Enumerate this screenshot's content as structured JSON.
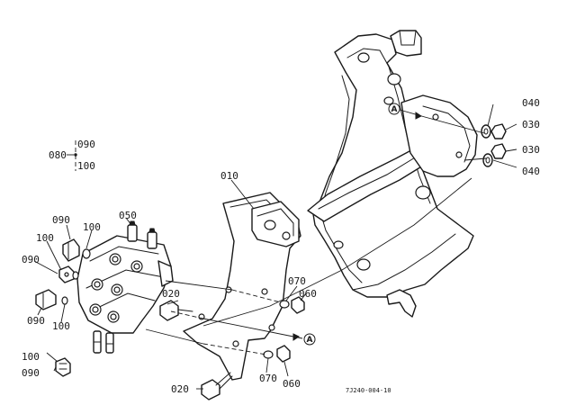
{
  "labels": {
    "p010": "010",
    "p020a": "020",
    "p020b": "020",
    "p030a": "030",
    "p030b": "030",
    "p040a": "040",
    "p040b": "040",
    "p050": "050",
    "p060a": "060",
    "p060b": "060",
    "p070a": "070",
    "p070b": "070",
    "p080": "080",
    "p090a": "090",
    "p090b": "090",
    "p090c": "090",
    "p090d": "090",
    "p090e": "090",
    "p100a": "100",
    "p100b": "100",
    "p100c": "100",
    "p100d": "100",
    "p100e": "100"
  },
  "callouts": {
    "a1": "A",
    "a2": "A"
  },
  "drawing_number": "7J240-004-10"
}
